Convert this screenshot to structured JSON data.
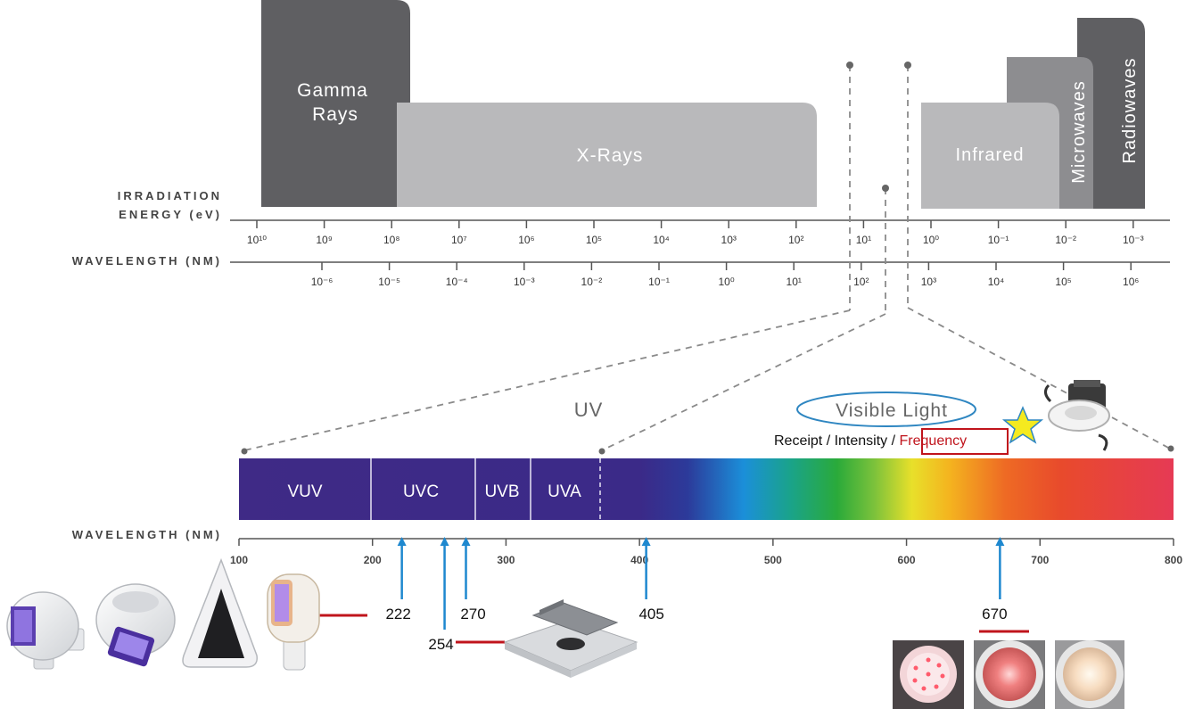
{
  "spectrum": {
    "bands": [
      {
        "id": "gamma",
        "lines": [
          "Gamma",
          "Rays"
        ],
        "color": "#5f5f62"
      },
      {
        "id": "xray",
        "lines": [
          "X-Rays"
        ],
        "color": "#b9b9bb"
      },
      {
        "id": "infrared",
        "lines": [
          "Infrared"
        ],
        "color": "#b9b9bb"
      },
      {
        "id": "microwaves",
        "lines": [
          "Microwaves"
        ],
        "color": "#8d8d90"
      },
      {
        "id": "radiowaves",
        "lines": [
          "Radiowaves"
        ],
        "color": "#5f5f62"
      }
    ],
    "energy_axis": {
      "label_lines": [
        "IRRADIATION",
        "ENERGY (eV)"
      ],
      "ticks": [
        "10¹⁰",
        "10⁹",
        "10⁸",
        "10⁷",
        "10⁶",
        "10⁵",
        "10⁴",
        "10³",
        "10²",
        "10¹",
        "10⁰",
        "10⁻¹",
        "10⁻²",
        "10⁻³"
      ]
    },
    "wavelength_axis": {
      "label": "WAVELENGTH (NM)",
      "ticks": [
        "10⁻⁶",
        "10⁻⁵",
        "10⁻⁴",
        "10⁻³",
        "10⁻²",
        "10⁻¹",
        "10⁰",
        "10¹",
        "10²",
        "10³",
        "10⁴",
        "10⁵",
        "10⁶"
      ]
    }
  },
  "uv_label": "UV",
  "visible": {
    "label": "Visible Light",
    "caption_prefix": "Receipt / Intensity / ",
    "caption_highlight": "Frequency",
    "highlight_color": "#c0141c"
  },
  "uv_bands": [
    {
      "label": "VUV"
    },
    {
      "label": "UVC"
    },
    {
      "label": "UVB"
    },
    {
      "label": "UVA"
    }
  ],
  "nm_axis": {
    "label": "WAVELENGTH (NM)",
    "ticks": [
      100,
      200,
      300,
      400,
      500,
      600,
      700,
      800
    ]
  },
  "markers": [
    {
      "label": "222",
      "nm": 222
    },
    {
      "label": "254",
      "nm": 254
    },
    {
      "label": "270",
      "nm": 270
    },
    {
      "label": "405",
      "nm": 405
    },
    {
      "label": "670",
      "nm": 670
    }
  ],
  "colors": {
    "uv_purple": "#3f2a86",
    "marker_blue": "#1e88cf",
    "underline_red": "#c0141c",
    "axis": "#555555",
    "star_fill": "#f5ea1f",
    "star_stroke": "#2e86c1",
    "ellipse_stroke": "#2e86c1"
  },
  "icons": [
    "uv-lamp-icon",
    "rotating-uv-module-icon",
    "triangle-uv-device-icon",
    "handheld-uv-wand-icon",
    "ceiling-uv-fixture-icon",
    "downlight-fixture-icon",
    "led-disc-photo-icon",
    "red-glow-light-photo-icon",
    "warm-glow-light-photo-icon",
    "star-icon"
  ]
}
